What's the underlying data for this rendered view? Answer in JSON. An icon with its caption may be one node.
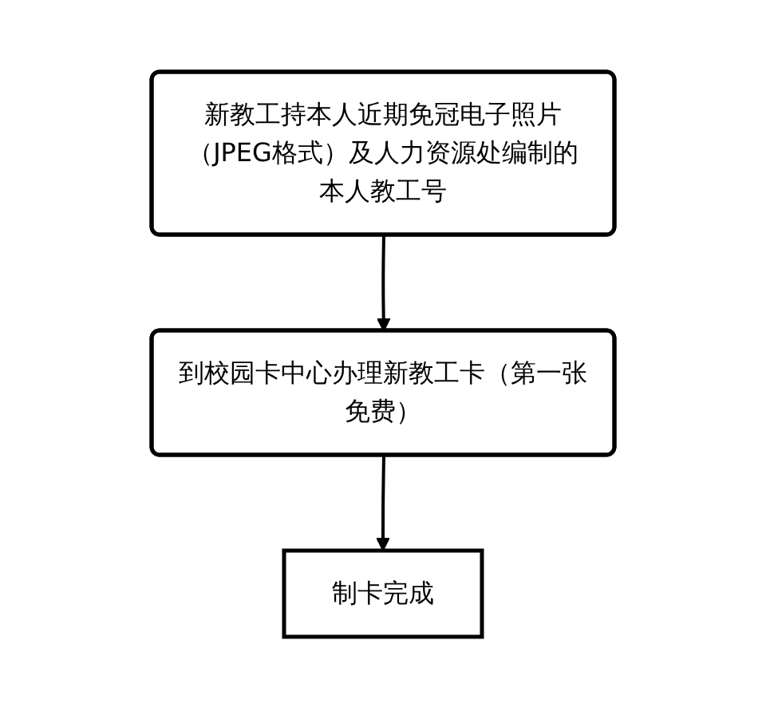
{
  "diagram": {
    "nodes": [
      {
        "text": [
          "新教工持本人近期免冠电子照片（JPEG格式）及人力资源处编制的本人教工号"
        ]
      },
      {
        "text": [
          "到校园卡中心办理新教工卡（第一张免费）"
        ]
      },
      {
        "text": [
          "制卡完成"
        ]
      }
    ],
    "edges": [
      {
        "from": 0,
        "to": 1,
        "arrow": "to"
      },
      {
        "from": 1,
        "to": 2,
        "arrow": "to"
      }
    ]
  }
}
